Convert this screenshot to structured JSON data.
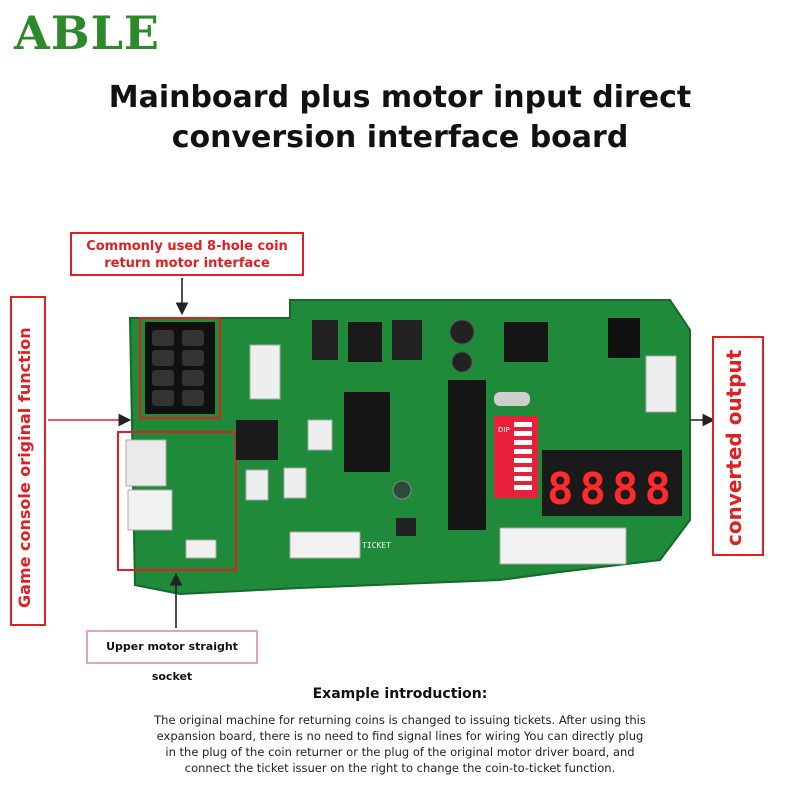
{
  "brand": {
    "name": "ABLE"
  },
  "title": {
    "line1": "Mainboard plus motor input direct",
    "line2": "conversion interface board"
  },
  "callouts": {
    "top": {
      "line1": "Commonly used 8-hole coin",
      "line2": "return motor interface"
    },
    "left": "Game console original function",
    "right": "converted output",
    "bottom": "Upper motor straight socket"
  },
  "board": {
    "display_digits": "8888",
    "dip_label": "DIP",
    "silkscreen_ticket": "TICKET",
    "colors": {
      "pcb": "#1f8a3a",
      "display_digit": "#ff2a2a",
      "dip": "#e8203a",
      "callout": "#e02020"
    }
  },
  "intro": {
    "title": "Example introduction:",
    "body": "The original machine for returning coins is changed to issuing tickets. After using this expansion board, there is no need to find signal lines for wiring You can directly plug in the plug of the coin returner or the plug of the original motor driver board, and connect the ticket issuer on the right to change the coin-to-ticket function."
  }
}
